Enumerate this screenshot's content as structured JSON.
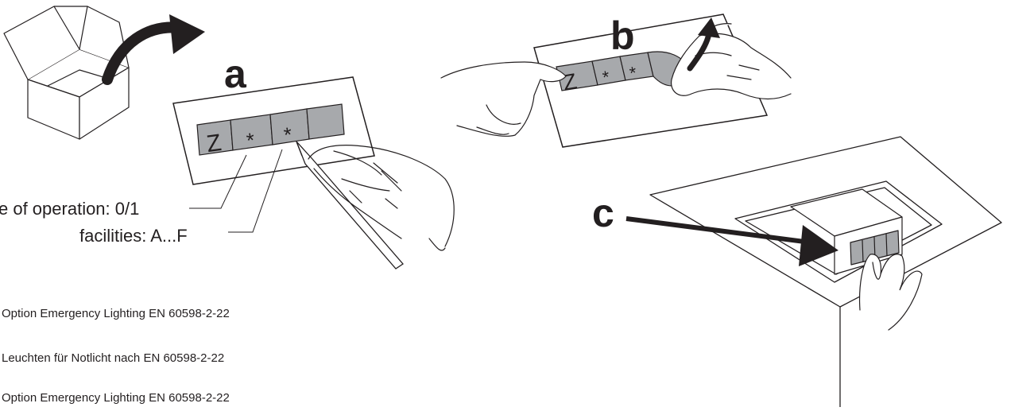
{
  "step_labels": {
    "a": "a",
    "b": "b",
    "c": "c"
  },
  "label_strip": {
    "cells": [
      "Z",
      "*",
      "*",
      ""
    ]
  },
  "legend": {
    "mode_of_operation": "e of operation: 0/1",
    "facilities": "facilities: A...F"
  },
  "notes": [
    "Option Emergency Lighting EN 60598-2-22",
    "Leuchten für Notlicht nach EN 60598-2-22",
    "Option Emergency Lighting EN 60598-2-22"
  ],
  "colors": {
    "line": "#231f20",
    "cell_fill": "#a7a9ac",
    "background": "#ffffff"
  }
}
